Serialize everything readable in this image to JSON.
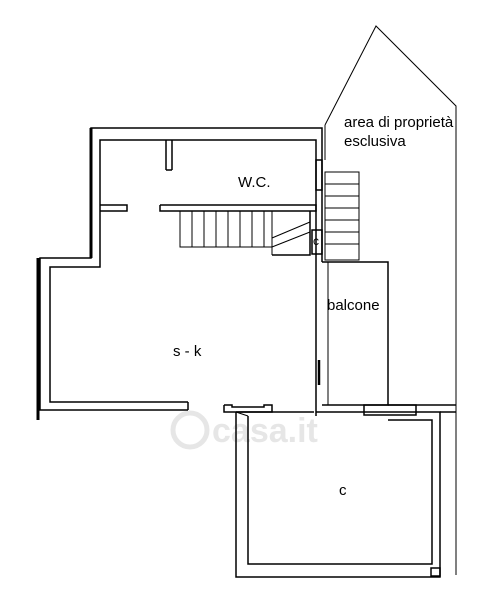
{
  "labels": {
    "area_esclusiva_line1": "area di proprietà",
    "area_esclusiva_line2": "esclusiva",
    "wc": "W.C.",
    "balcone": "balcone",
    "soggiorno_cucina": "s - k",
    "cantina": "c",
    "ripostiglio": "c"
  },
  "watermark": "casa.it",
  "colors": {
    "wall": "#000000",
    "background": "#ffffff",
    "watermark": "#e6e6e6"
  }
}
